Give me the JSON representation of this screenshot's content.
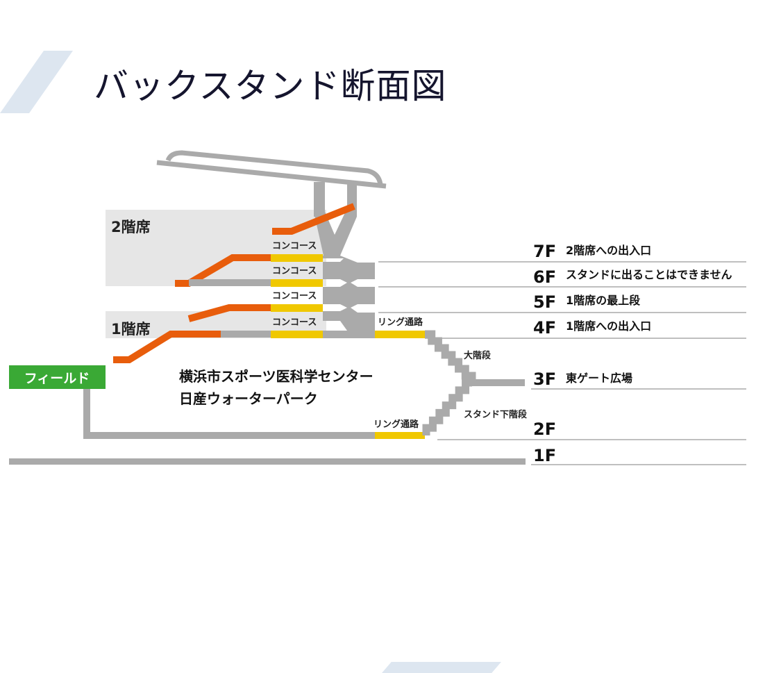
{
  "title": "バックスタンド断面図",
  "colors": {
    "seat": "#e85d0c",
    "concourse": "#f0c800",
    "structure": "#aaaaaa",
    "area": "#e6e6e6",
    "field": "#3aa935"
  },
  "sections": {
    "upper": "2階席",
    "lower": "1階席",
    "field": "フィールド"
  },
  "concourse_label": [
    "コンコース",
    "コンコース",
    "コンコース",
    "コンコース"
  ],
  "ring_label": [
    "リング通路",
    "リング通路"
  ],
  "stairs": {
    "grand": "大階段",
    "under": "スタンド下階段"
  },
  "center": {
    "line1": "横浜市スポーツ医科学センター",
    "line2": "日産ウォーターパーク"
  },
  "floors": [
    {
      "level": "7F",
      "desc": "2階席への出入口"
    },
    {
      "level": "6F",
      "desc": "スタンドに出ることはできません"
    },
    {
      "level": "5F",
      "desc": "1階席の最上段"
    },
    {
      "level": "4F",
      "desc": "1階席への出入口"
    },
    {
      "level": "3F",
      "desc": "東ゲート広場"
    },
    {
      "level": "2F",
      "desc": ""
    },
    {
      "level": "1F",
      "desc": ""
    }
  ]
}
